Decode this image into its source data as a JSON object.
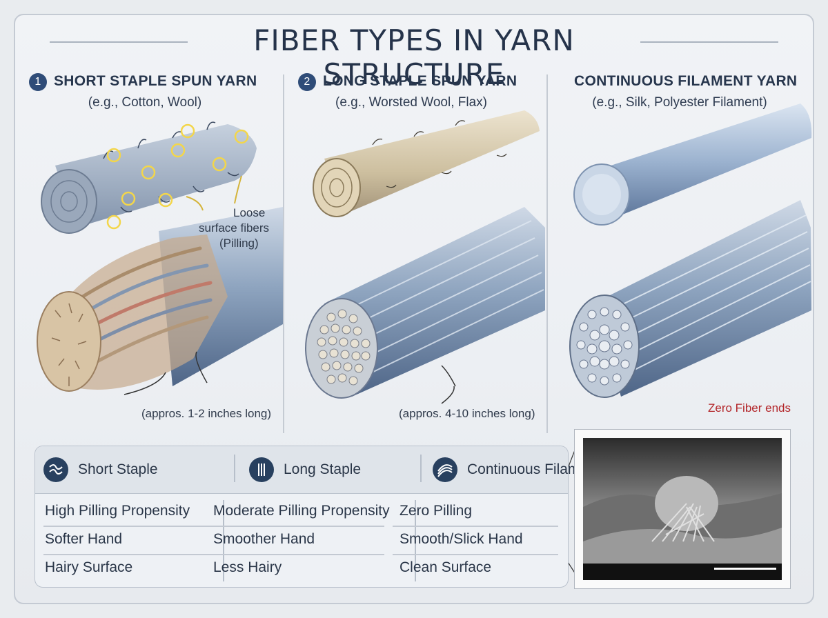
{
  "title": "FIBER TYPES IN YARN STRUCTURE",
  "sections": [
    {
      "number": "1",
      "heading": "SHORT STAPLE SPUN YARN",
      "subtitle": "(e.g., Cotton, Wool)"
    },
    {
      "number": "2",
      "heading": "LONG STAPLE SPUN YARN",
      "subtitle": "(e.g., Worsted Wool, Flax)"
    },
    {
      "number": "",
      "heading": "CONTINUOUS FILAMENT YARN",
      "subtitle": "(e.g., Silk, Polyester Filament)"
    }
  ],
  "annotations": {
    "loose_line1": "Loose",
    "loose_line2": "surface fibers",
    "loose_line3": "(Pilling)",
    "short_length": "(appros. 1-2 inches long)",
    "long_length": "(appros. 4-10 inches long)",
    "zero_ends": "Zero Fiber ends"
  },
  "table": {
    "headers": [
      {
        "label": "Short Staple",
        "icon": "wavy-fibers-icon"
      },
      {
        "label": "Long Staple",
        "icon": "straight-fibers-icon"
      },
      {
        "label": "Continuous Filament",
        "icon": "curved-filaments-icon"
      }
    ],
    "rows": [
      [
        "High Pilling Propensity",
        "Moderate Pilling Propensity",
        "Zero Pilling"
      ],
      [
        "Softer Hand",
        "Smoother Hand",
        "Smooth/Slick Hand"
      ],
      [
        "Hairy Surface",
        "Less Hairy",
        "Clean Surface"
      ]
    ]
  },
  "colors": {
    "accent": "#2f4c78",
    "warning": "#b3262a",
    "highlight": "#f3d64a"
  }
}
